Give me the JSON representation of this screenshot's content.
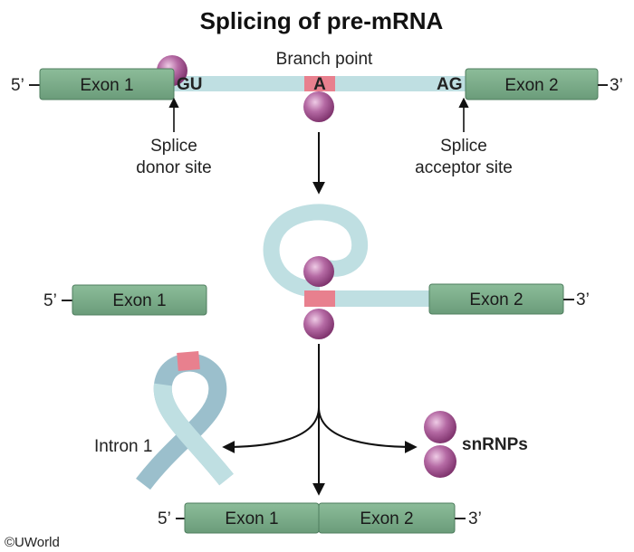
{
  "title": "Splicing of pre-mRNA",
  "labels": {
    "five_prime": "5’",
    "three_prime": "3’",
    "exon1": "Exon 1",
    "exon2": "Exon 2",
    "gu": "GU",
    "ag": "AG",
    "a": "A",
    "branch_point": "Branch point",
    "donor_line1": "Splice",
    "donor_line2": "donor site",
    "acceptor_line1": "Splice",
    "acceptor_line2": "acceptor site",
    "intron1": "Intron 1",
    "snrnps": "snRNPs",
    "copyright": "©UWorld"
  },
  "colors": {
    "exon_fill": "#7aaa88",
    "exon_stroke": "#4e7d5e",
    "intron": "#bfdfe2",
    "intron_shadow": "#8fb8c6",
    "branch": "#e8808e",
    "snrnp": "#a14e8c",
    "snrnp_light": "#e6b4d9"
  }
}
